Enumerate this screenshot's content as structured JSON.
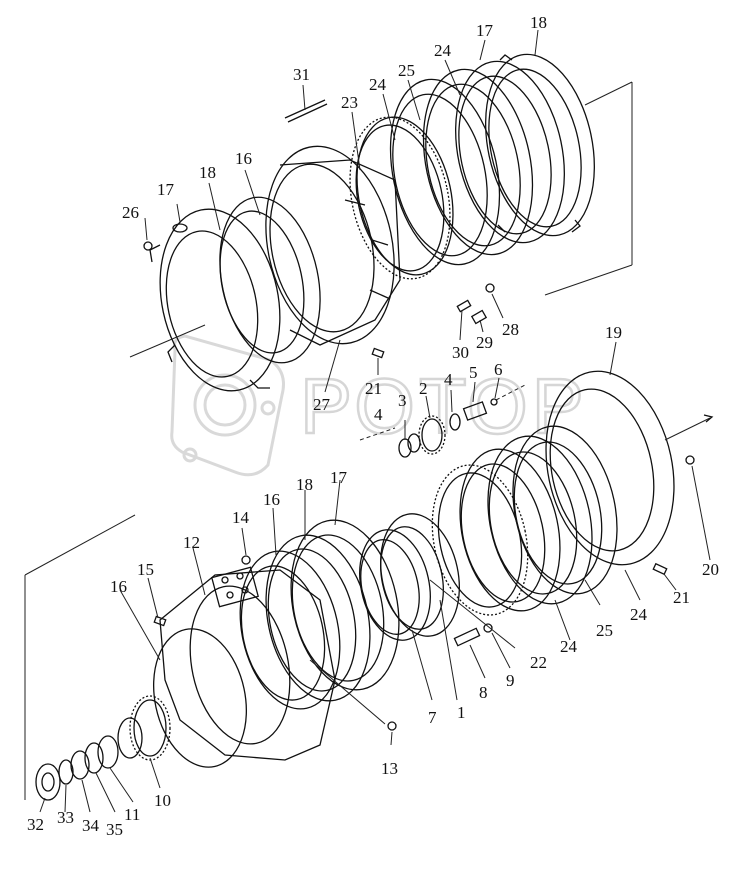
{
  "watermark": {
    "text": "РОТОР"
  },
  "callouts": [
    {
      "id": "c1",
      "text": "1"
    },
    {
      "id": "c2",
      "text": "2"
    },
    {
      "id": "c3",
      "text": "3"
    },
    {
      "id": "c4a",
      "text": "4"
    },
    {
      "id": "c4b",
      "text": "4"
    },
    {
      "id": "c5",
      "text": "5"
    },
    {
      "id": "c6",
      "text": "6"
    },
    {
      "id": "c7",
      "text": "7"
    },
    {
      "id": "c8",
      "text": "8"
    },
    {
      "id": "c9",
      "text": "9"
    },
    {
      "id": "c10",
      "text": "10"
    },
    {
      "id": "c11",
      "text": "11"
    },
    {
      "id": "c12",
      "text": "12"
    },
    {
      "id": "c13",
      "text": "13"
    },
    {
      "id": "c14",
      "text": "14"
    },
    {
      "id": "c15",
      "text": "15"
    },
    {
      "id": "c16a",
      "text": "16"
    },
    {
      "id": "c16b",
      "text": "16"
    },
    {
      "id": "c16c",
      "text": "16"
    },
    {
      "id": "c17a",
      "text": "17"
    },
    {
      "id": "c17b",
      "text": "17"
    },
    {
      "id": "c17c",
      "text": "17"
    },
    {
      "id": "c18a",
      "text": "18"
    },
    {
      "id": "c18b",
      "text": "18"
    },
    {
      "id": "c18c",
      "text": "18"
    },
    {
      "id": "c19",
      "text": "19"
    },
    {
      "id": "c20",
      "text": "20"
    },
    {
      "id": "c21a",
      "text": "21"
    },
    {
      "id": "c21b",
      "text": "21"
    },
    {
      "id": "c22",
      "text": "22"
    },
    {
      "id": "c23",
      "text": "23"
    },
    {
      "id": "c24a",
      "text": "24"
    },
    {
      "id": "c24b",
      "text": "24"
    },
    {
      "id": "c24c",
      "text": "24"
    },
    {
      "id": "c24d",
      "text": "24"
    },
    {
      "id": "c25a",
      "text": "25"
    },
    {
      "id": "c25b",
      "text": "25"
    },
    {
      "id": "c26",
      "text": "26"
    },
    {
      "id": "c27",
      "text": "27"
    },
    {
      "id": "c28",
      "text": "28"
    },
    {
      "id": "c29",
      "text": "29"
    },
    {
      "id": "c30",
      "text": "30"
    },
    {
      "id": "c31",
      "text": "31"
    },
    {
      "id": "c32",
      "text": "32"
    },
    {
      "id": "c33",
      "text": "33"
    },
    {
      "id": "c34",
      "text": "34"
    },
    {
      "id": "c35",
      "text": "35"
    }
  ]
}
